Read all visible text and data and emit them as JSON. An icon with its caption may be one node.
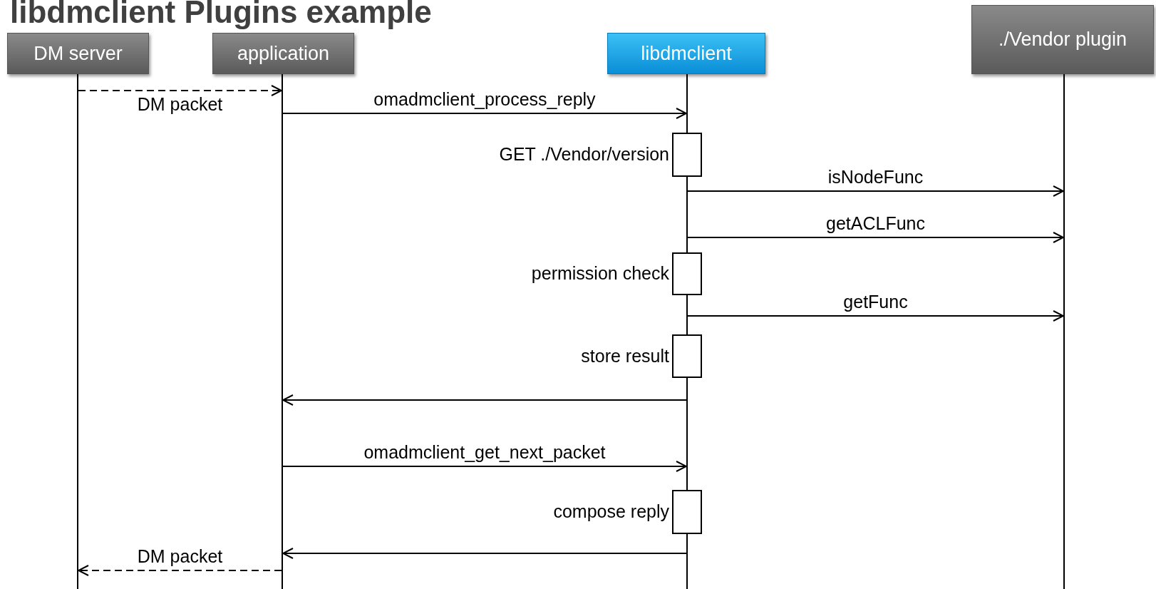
{
  "diagram": {
    "title": "libdmclient Plugins example",
    "nodes": [
      {
        "text": [
          "DM server"
        ]
      },
      {
        "text": [
          "application"
        ]
      },
      {
        "text": [
          "libdmclient"
        ]
      },
      {
        "text": [
          "./Vendor plugin"
        ]
      },
      {
        "text": [],
        "shape": "line"
      },
      {
        "text": [],
        "shape": "line"
      },
      {
        "text": [],
        "shape": "line"
      },
      {
        "text": [],
        "shape": "line"
      },
      {
        "text": [],
        "shape": "box",
        "beside": [
          "GET ./Vendor/version"
        ]
      },
      {
        "text": [],
        "shape": "box",
        "beside": [
          "permission check"
        ]
      },
      {
        "text": [],
        "shape": "box",
        "beside": [
          "store result"
        ]
      },
      {
        "text": [],
        "shape": "box",
        "beside": [
          "compose reply"
        ]
      }
    ],
    "edges": [
      {
        "from": 4,
        "to": 5,
        "arrow": "to",
        "style": "dashed",
        "label": "DM packet"
      },
      {
        "from": 5,
        "to": 6,
        "arrow": "to",
        "label": "omadmclient_process_reply"
      },
      {
        "from": 6,
        "to": 7,
        "arrow": "to",
        "label": "isNodeFunc"
      },
      {
        "from": 6,
        "to": 7,
        "arrow": "to",
        "label": "getACLFunc"
      },
      {
        "from": 6,
        "to": 7,
        "arrow": "to",
        "label": "getFunc"
      },
      {
        "from": 6,
        "to": 5,
        "arrow": "to"
      },
      {
        "from": 5,
        "to": 6,
        "arrow": "to",
        "label": "omadmclient_get_next_packet"
      },
      {
        "from": 6,
        "to": 5,
        "arrow": "to"
      },
      {
        "from": 5,
        "to": 4,
        "arrow": "to",
        "style": "dashed",
        "label": "DM packet"
      }
    ]
  }
}
